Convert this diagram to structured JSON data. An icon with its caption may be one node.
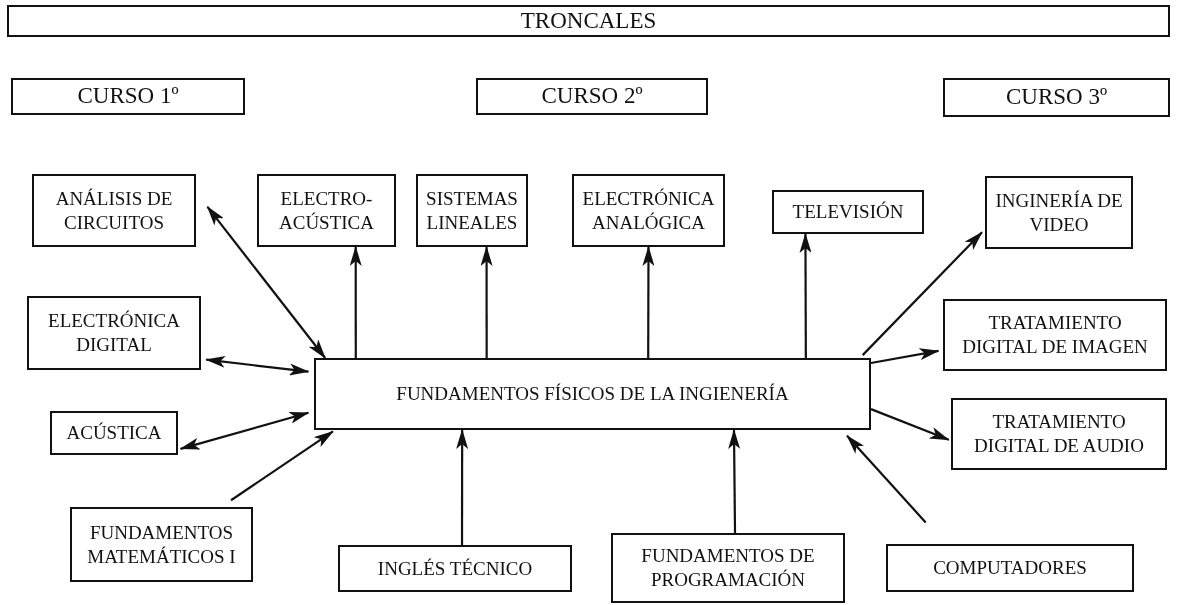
{
  "diagram": {
    "nodes": [
      {
        "text": [
          "TRONCALES"
        ]
      },
      {
        "text": [
          "CURSO 1º"
        ]
      },
      {
        "text": [
          "CURSO 2º"
        ]
      },
      {
        "text": [
          "CURSO 3º"
        ]
      },
      {
        "text": [
          "ANÁLISIS DE CIRCUITOS"
        ]
      },
      {
        "text": [
          "ELECTRO- ACÚSTICA"
        ]
      },
      {
        "text": [
          "SISTEMAS LINEALES"
        ]
      },
      {
        "text": [
          "ELECTRÓNICA ANALÓGICA"
        ]
      },
      {
        "text": [
          "TELEVISIÓN"
        ]
      },
      {
        "text": [
          "INGINERÍA DE VIDEO"
        ]
      },
      {
        "text": [
          "ELECTRÓNICA DIGITAL"
        ]
      },
      {
        "text": [
          "FUNDAMENTOS FÍSICOS DE LA INGIENERÍA"
        ]
      },
      {
        "text": [
          "TRATAMIENTO DIGITAL DE IMAGEN"
        ]
      },
      {
        "text": [
          "ACÚSTICA"
        ]
      },
      {
        "text": [
          "TRATAMIENTO DIGITAL DE AUDIO"
        ]
      },
      {
        "text": [
          "FUNDAMENTOS MATEMÁTICOS I"
        ]
      },
      {
        "text": [
          "INGLÉS TÉCNICO"
        ]
      },
      {
        "text": [
          "FUNDAMENTOS DE PROGRAMACIÓN"
        ]
      },
      {
        "text": [
          "COMPUTADORES"
        ]
      }
    ],
    "edges": [
      {
        "from": 11,
        "to": 4,
        "arrow": "both"
      },
      {
        "from": 11,
        "to": 5,
        "arrow": "to"
      },
      {
        "from": 11,
        "to": 6,
        "arrow": "to"
      },
      {
        "from": 11,
        "to": 7,
        "arrow": "to"
      },
      {
        "from": 11,
        "to": 8,
        "arrow": "to"
      },
      {
        "from": 11,
        "to": 9,
        "arrow": "to"
      },
      {
        "from": 11,
        "to": 12,
        "arrow": "to"
      },
      {
        "from": 11,
        "to": 14,
        "arrow": "to"
      },
      {
        "from": 11,
        "to": 10,
        "arrow": "both"
      },
      {
        "from": 11,
        "to": 13,
        "arrow": "both"
      },
      {
        "from": 15,
        "to": 11,
        "arrow": "to"
      },
      {
        "from": 16,
        "to": 11,
        "arrow": "to"
      },
      {
        "from": 17,
        "to": 11,
        "arrow": "to"
      },
      {
        "from": 18,
        "to": 11,
        "arrow": "to"
      }
    ]
  }
}
